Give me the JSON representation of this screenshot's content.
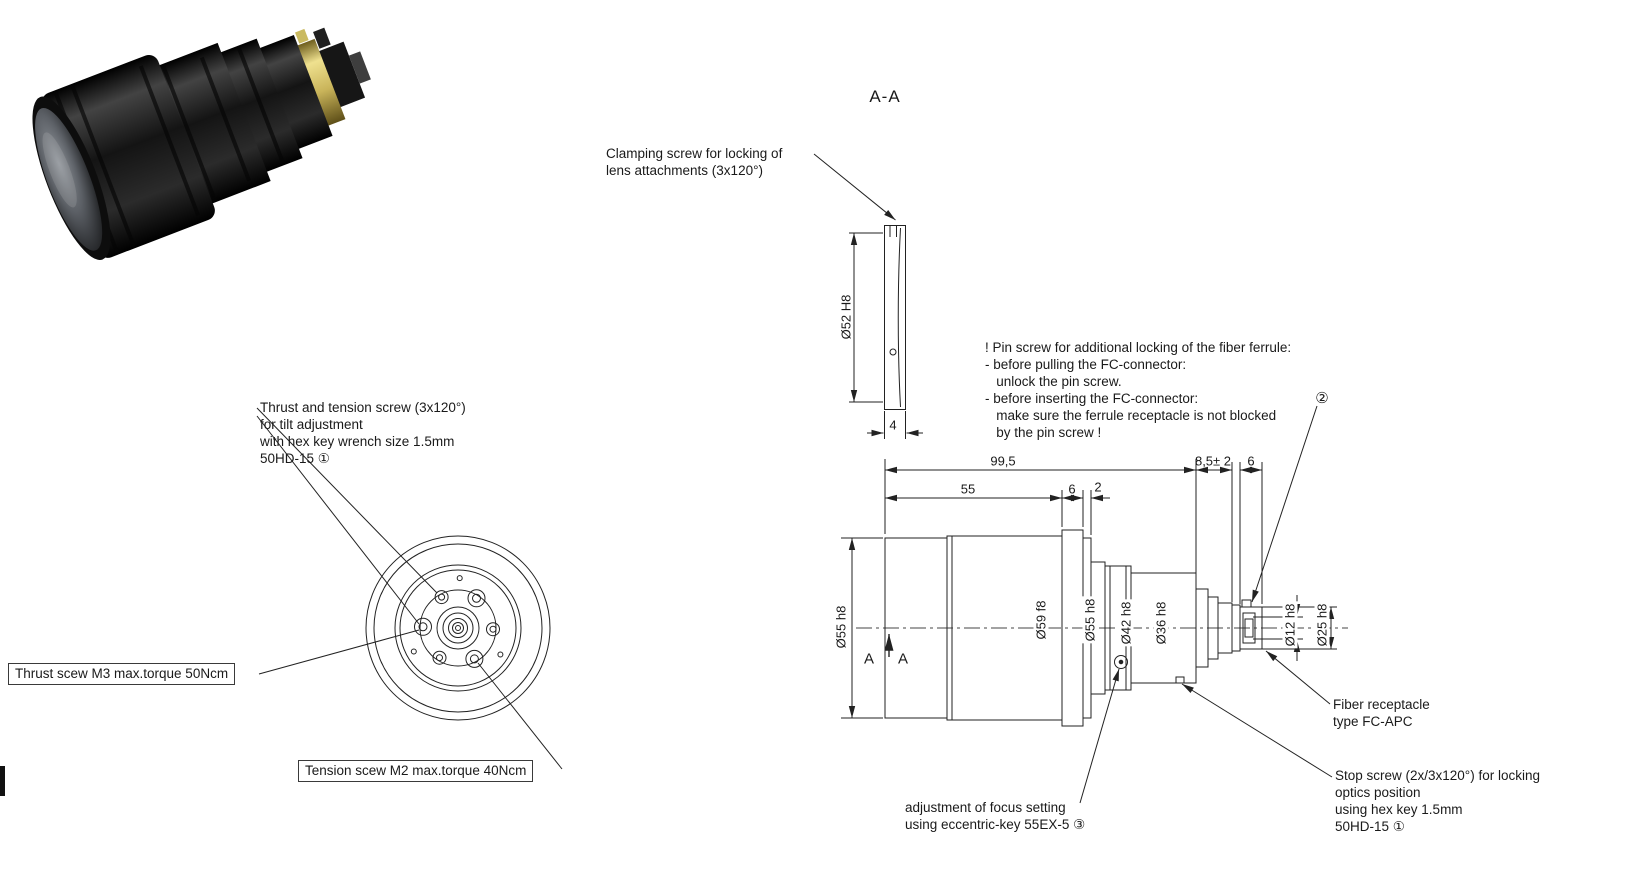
{
  "page": {
    "background": "#ffffff",
    "ink": "#1a1a1a"
  },
  "section_title": "A-A",
  "ring_section": {
    "dia": "Ø52 H8",
    "thickness": "4"
  },
  "front_view": {
    "thrust_tension_note": "Thrust and tension screw (3x120°)\nfor tilt adjustment\nwith hex key wrench size 1.5mm\n50HD-15 ①",
    "thrust_label": "Thrust scew M3 max.torque 50Ncm",
    "tension_label": "Tension scew M2 max.torque 40Ncm"
  },
  "side_view": {
    "dims": {
      "overall": "99,5",
      "front_len": "55",
      "ring_w": "6",
      "spacer": "2",
      "fiber_len": "8,5± 2",
      "conn_len": "6",
      "dia_front": "Ø55 h8",
      "dia_mid": "Ø59 f8",
      "dia_rear": "Ø55 h8",
      "dia_flange": "Ø42 h8",
      "dia_nose": "Ø36 h8",
      "dia_ferrule": "Ø12 h8",
      "dia_conn": "Ø25 h8"
    },
    "section_mark_left": "A",
    "section_mark_right": "A"
  },
  "callouts": {
    "clamping": "Clamping screw for locking of\nlens attachments (3x120°)",
    "pin_screw": "! Pin screw for additional locking of the fiber ferrule:\n- before pulling the FC-connector:\n   unlock the pin screw.\n- before inserting the FC-connector:\n   make sure the ferrule receptacle is not blocked\n   by the pin screw !",
    "ref2": "②",
    "fiber_receptacle": "Fiber receptacle\ntype FC-APC",
    "stop_screw": "Stop screw (2x/3x120°) for locking\noptics position\nusing hex key 1.5mm\n50HD-15 ①",
    "focus": "adjustment of focus setting\nusing eccentric-key 55EX-5 ③"
  }
}
